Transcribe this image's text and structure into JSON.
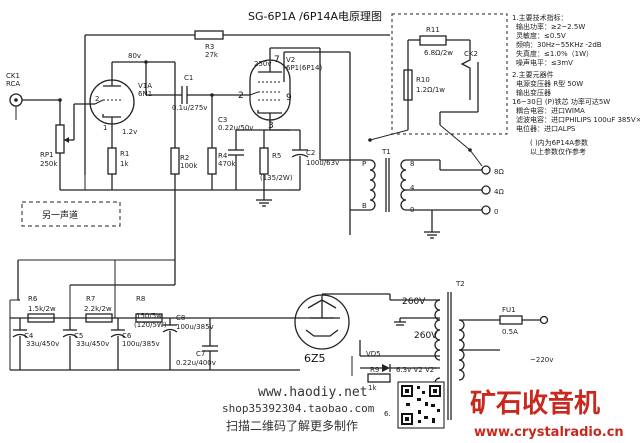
{
  "title": "SG-6P1A /6P14A电原理图",
  "tubes": {
    "v1": {
      "name": "V1A",
      "type": "6N1",
      "plate_voltage": "80v",
      "cathode_voltage": "1.2v",
      "pin2": "2",
      "pin1": "1"
    },
    "v2": {
      "name": "V2",
      "type": "6P1(6P14)",
      "plate_voltage": "250v",
      "pins": [
        "7",
        "9",
        "2",
        "3"
      ]
    },
    "rectifier": {
      "type": "6Z5"
    }
  },
  "components": {
    "ck1": {
      "name": "CK1",
      "type": "RCA"
    },
    "rp1": {
      "name": "RP1",
      "value": "250k"
    },
    "r1": {
      "name": "R1",
      "value": "1k"
    },
    "r2": {
      "name": "R2",
      "value": "100k"
    },
    "r3": {
      "name": "R3",
      "value": "27k"
    },
    "c1": {
      "name": "C1",
      "value": "0.1u/275v"
    },
    "c3": {
      "name": "C3",
      "value": "0.22u/50v"
    },
    "r4": {
      "name": "R4",
      "value": "470k"
    },
    "r5": {
      "name": "R5",
      "value": "(135/2W)"
    },
    "c2": {
      "name": "C2",
      "value": "100u/63v"
    },
    "r11": {
      "name": "R11",
      "value": "6.8Ω/2w"
    },
    "r10": {
      "name": "R10",
      "value": "1.2Ω/1w"
    },
    "ck2": {
      "name": "CK2"
    },
    "t1": {
      "name": "T1",
      "p": "P",
      "b": "B",
      "taps": [
        "8",
        "4",
        "0"
      ],
      "outputs": [
        "8Ω",
        "4Ω",
        "0"
      ]
    },
    "r6": {
      "name": "R6",
      "value": "1.5k/2w"
    },
    "r7": {
      "name": "R7",
      "value": "2.2k/2w"
    },
    "r8": {
      "name": "R8",
      "value": "150/5w",
      "sub": "(120/5W)"
    },
    "c4": {
      "name": "C4",
      "value": "33u/450v"
    },
    "c5": {
      "name": "C5",
      "value": "33u/450v"
    },
    "c6": {
      "name": "C6",
      "value": "100u/385v"
    },
    "c8": {
      "name": "C8",
      "value": "100u/385v"
    },
    "c7": {
      "name": "C7",
      "value": "0.22u/400v"
    },
    "t2": {
      "name": "T2",
      "hv1": "260V",
      "hv2": "260V",
      "heater": "6.3v V2 V2'",
      "mains": "~220v"
    },
    "fu1": {
      "name": "FU1",
      "value": "0.5A"
    },
    "vd5": {
      "name": "VD5"
    },
    "r9": {
      "name": "R9",
      "value": "1k"
    },
    "six": "6."
  },
  "other_channel": "另一声道",
  "notes": {
    "spec_title": "1.主要技术指标：",
    "spec_lines": [
      "输出功率：≥2~2.5W",
      "灵敏度：≤0.5V",
      "频响：30Hz~55KHz -2dB",
      "失真度：≤1.0%（1W）",
      "噪声电平：≤3mV"
    ],
    "parts_title": "2.主要元器件",
    "parts_lines": [
      "电源变压器 R型 50W",
      "输出变压器",
      "16~30日 (P)铁芯 功率可达5W",
      "耦合电容：进口WIMA",
      "滤波电容：进口PHILIPS 100uF 385V×2",
      "电位器：进口ALPS"
    ],
    "extra_lines": [
      "( )内为6P14A参数",
      "以上参数仅作参考"
    ]
  },
  "watermark": {
    "site": "www.haodiy.net",
    "shop": "shop35392304.taobao.com",
    "scan": "扫描二维码了解更多制作",
    "brand": "矿石收音机",
    "brand_url": "www.crystalradio.cn"
  },
  "colors": {
    "wire": "#222222",
    "brand": "#c8281e",
    "led": "#1a1a1a",
    "background": "#ffffff"
  }
}
